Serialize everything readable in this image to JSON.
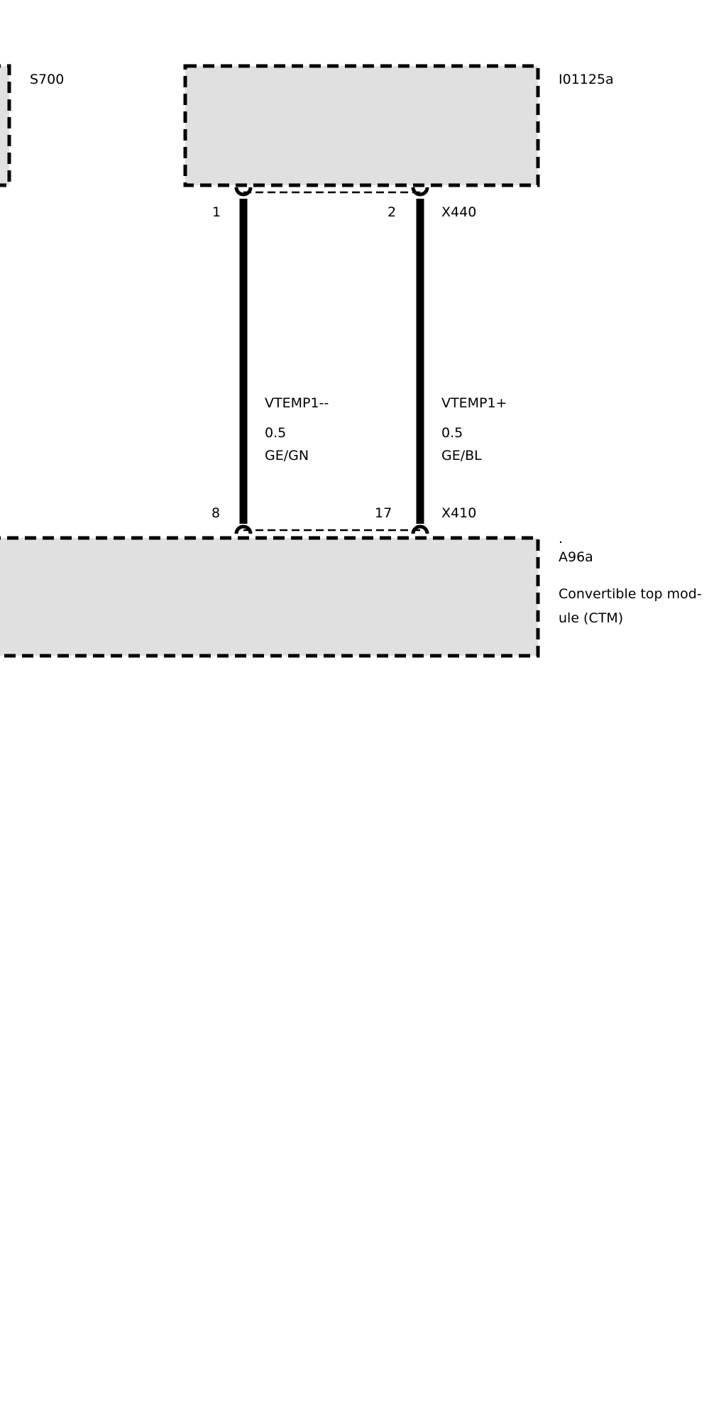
{
  "components": {
    "s700": {
      "id": "S700"
    },
    "i01125a": {
      "id": "I01125a"
    },
    "a96a": {
      "dot": ".",
      "id": "A96a",
      "description_line1": "Convertible top mod-",
      "description_line2": "ule (CTM)"
    }
  },
  "connectors": {
    "top": {
      "id": "X440",
      "pin_left": "1",
      "pin_right": "2"
    },
    "bottom": {
      "id": "X410",
      "pin_left": "8",
      "pin_right": "17"
    }
  },
  "wires": [
    {
      "signal": "VTEMP1--",
      "size": "0.5",
      "color_code": "GE/GN"
    },
    {
      "signal": "VTEMP1+",
      "size": "0.5",
      "color_code": "GE/BL"
    }
  ],
  "colors": {
    "box_fill": "#e0e0e0",
    "line": "#000000",
    "background": "#ffffff"
  }
}
